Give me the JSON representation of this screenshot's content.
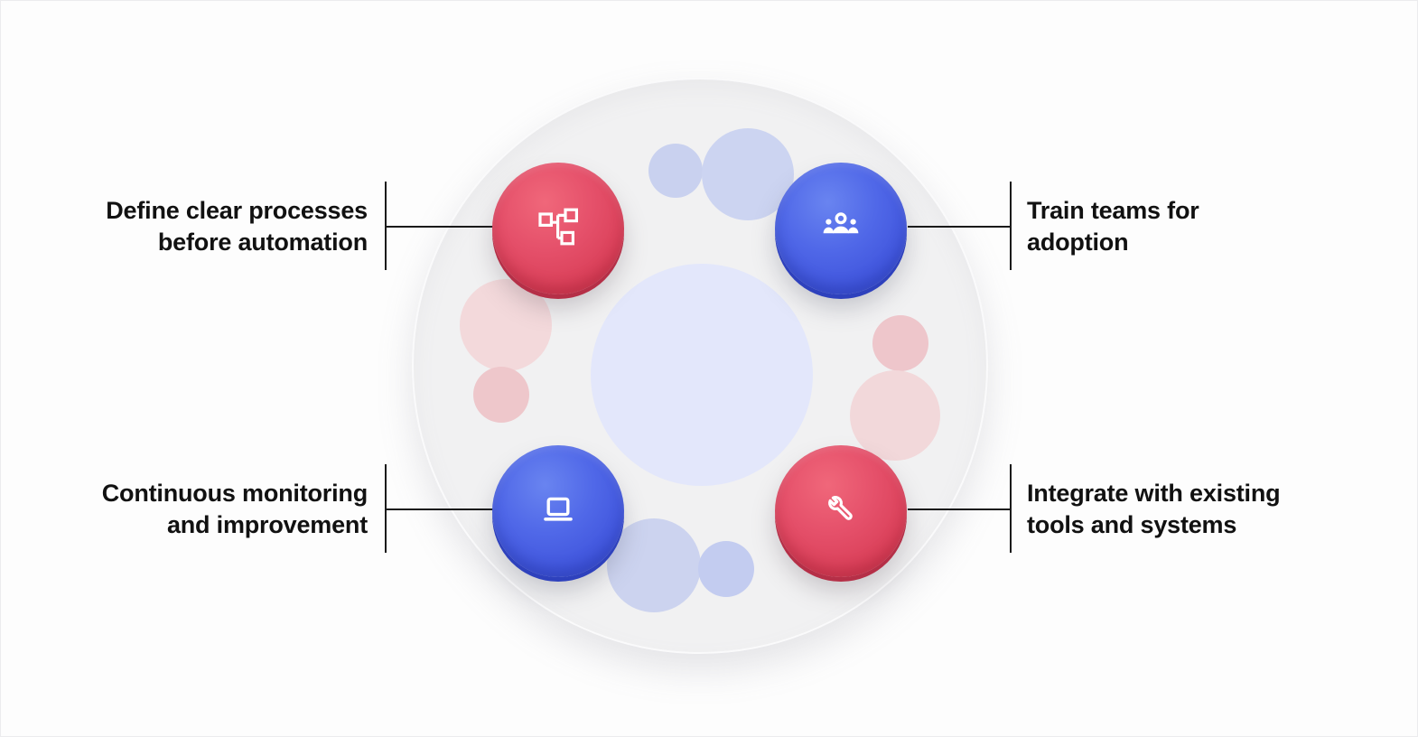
{
  "diagram": {
    "items": [
      {
        "id": "define-processes",
        "position": "top-left",
        "line1": "Define clear processes",
        "line2": "before automation",
        "icon": "flowchart-icon",
        "circle_color": "#e0415b"
      },
      {
        "id": "train-teams",
        "position": "top-right",
        "line1": "Train teams for",
        "line2": "adoption",
        "icon": "team-icon",
        "circle_color": "#4a67e3"
      },
      {
        "id": "continuous-monitoring",
        "position": "bottom-left",
        "line1": "Continuous monitoring",
        "line2": "and improvement",
        "icon": "laptop-icon",
        "circle_color": "#4a67e3"
      },
      {
        "id": "integrate-tools",
        "position": "bottom-right",
        "line1": "Integrate with existing",
        "line2": "tools and systems",
        "icon": "wrench-icon",
        "circle_color": "#e0415b"
      }
    ],
    "palette": {
      "red": "#e0415b",
      "blue": "#4a67e3",
      "outer_circle": "#f1f1f2",
      "center_circle": "#e3e7fb",
      "lavender_bubble": "#ccd3f0",
      "pink_bubble": "#f2d5d8",
      "connector_line": "#1a1a1a",
      "background": "#ffffff",
      "text": "#111111"
    }
  }
}
